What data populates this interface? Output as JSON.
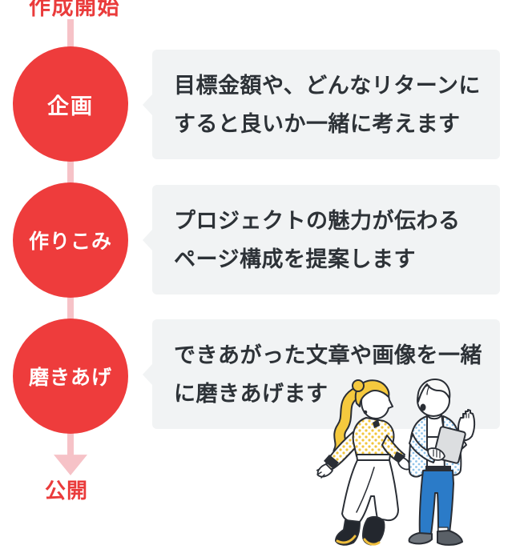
{
  "diagram": {
    "start_label": "作成開始",
    "end_label": "公開",
    "steps": [
      {
        "circle_label": "企画",
        "description_line1": "目標金額や、どんなリターンに",
        "description_line2": "すると良いか一緒に考えます"
      },
      {
        "circle_label": "作りこみ",
        "description_line1": "プロジェクトの魅力が伝わる",
        "description_line2": "ページ構成を提案します"
      },
      {
        "circle_label": "磨きあげ",
        "description_line1": "できあがった文章や画像を一緒",
        "description_line2": "に磨きあげます"
      }
    ],
    "colors": {
      "step_circle_red": "#EE3C3C",
      "label_red": "#EA3B3B",
      "connector_pink": "#F6C2C7",
      "bubble_background": "#F1F3F4",
      "description_text": "#2D3237"
    }
  }
}
